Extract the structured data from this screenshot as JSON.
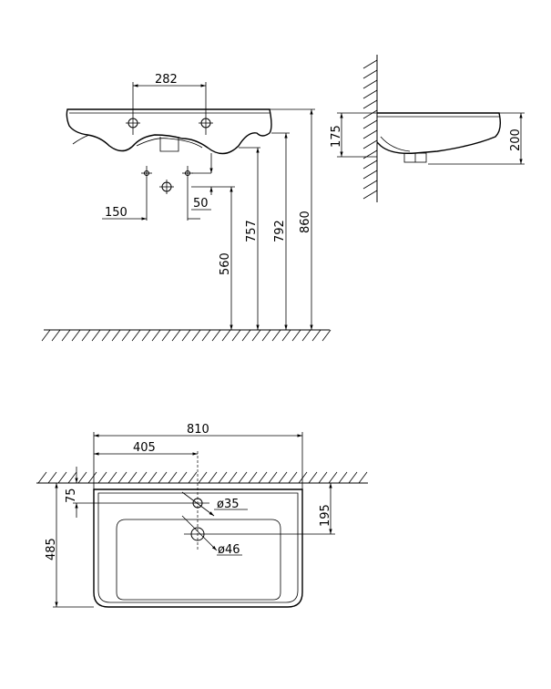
{
  "front_view": {
    "dims": {
      "tap_spacing": "282",
      "waste_offset": "150",
      "waste_drop": "50",
      "waste_height": "560",
      "bottom_height": "757",
      "under_rim_height": "792",
      "rim_height": "860"
    }
  },
  "side_view": {
    "dims": {
      "wall_depth": "175",
      "basin_depth": "200"
    }
  },
  "plan_view": {
    "dims": {
      "overall_width": "810",
      "center_offset": "405",
      "wall_gap": "75",
      "projection": "485",
      "hole_offset": "195",
      "tap_hole_dia": "ø35",
      "waste_hole_dia": "ø46"
    }
  }
}
